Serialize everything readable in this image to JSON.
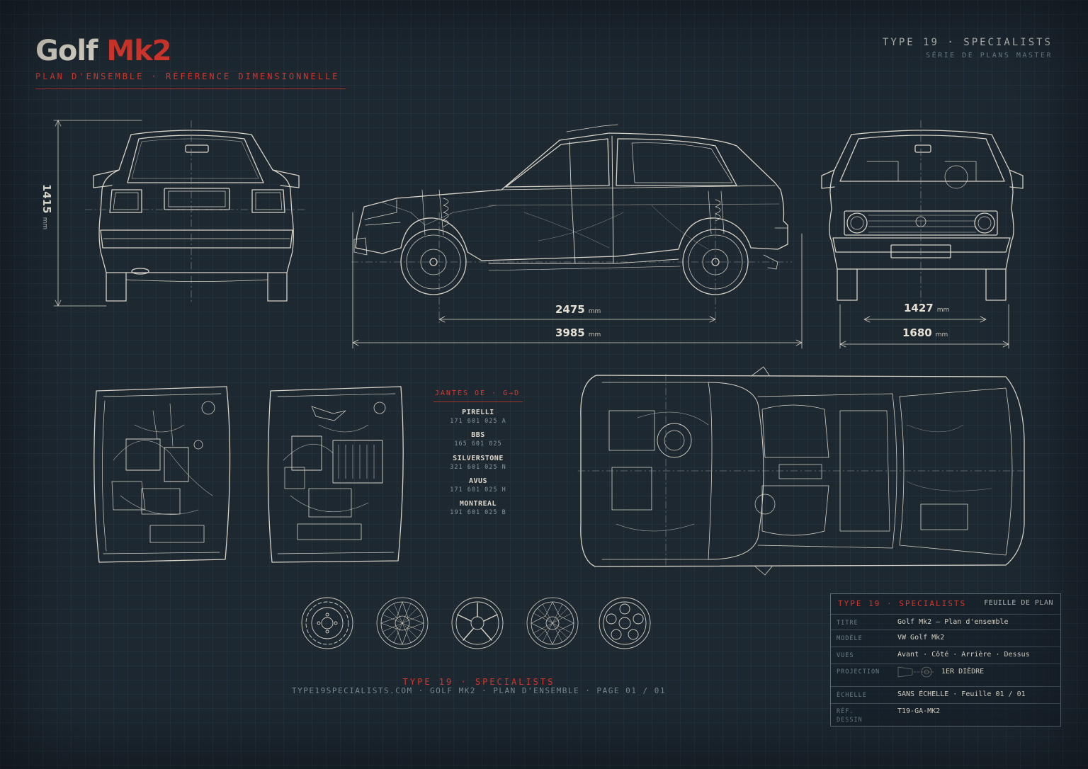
{
  "header": {
    "title_a": "Golf",
    "title_b": "Mk2",
    "subtitle": "PLAN D'ENSEMBLE · RÉFÉRENCE DIMENSIONNELLE",
    "brand": "TYPE 19 · SPECIALISTS",
    "series": "SÉRIE DE PLANS MASTER"
  },
  "dimensions": {
    "height": {
      "value": "1415",
      "unit": "mm"
    },
    "wheelbase": {
      "value": "2475",
      "unit": "mm"
    },
    "length": {
      "value": "3985",
      "unit": "mm"
    },
    "track": {
      "value": "1427",
      "unit": "mm"
    },
    "width": {
      "value": "1680",
      "unit": "mm"
    }
  },
  "rims": {
    "heading": "JANTES OE · G→D",
    "items": [
      {
        "name": "PIRELLI",
        "code": "171 601 025 A"
      },
      {
        "name": "BBS",
        "code": "165 601 025"
      },
      {
        "name": "SILVERSTONE",
        "code": "321 601 025 N"
      },
      {
        "name": "AVUS",
        "code": "171 601 025 H"
      },
      {
        "name": "MONTREAL",
        "code": "191 601 025 B"
      }
    ]
  },
  "footer": {
    "brand": "TYPE 19 · SPECIALISTS",
    "line": "TYPE19SPECIALISTS.COM · GOLF MK2 · PLAN D'ENSEMBLE · PAGE 01 / 01"
  },
  "title_block": {
    "brand": "TYPE 19 · SPECIALISTS",
    "sheet": "FEUILLE DE PLAN",
    "rows": {
      "titre": {
        "key": "TITRE",
        "value": "Golf Mk2 — Plan d'ensemble"
      },
      "modele": {
        "key": "MODÈLE",
        "value": "VW Golf Mk2"
      },
      "vues": {
        "key": "VUES",
        "value": "Avant · Côté · Arrière · Dessus"
      },
      "projection": {
        "key": "PROJECTION",
        "value": "1ER DIÈDRE"
      },
      "echelle": {
        "key": "ÉCHELLE",
        "value": "SANS ÉCHELLE · Feuille 01 / 01"
      },
      "ref_a": {
        "key": "RÉF.",
        "value": "T19-GA-MK2"
      },
      "ref_b": {
        "key": "DESSIN"
      }
    }
  },
  "colors": {
    "background": "#1d2831",
    "line": "#d8d3c6",
    "accent": "#d6372c"
  }
}
